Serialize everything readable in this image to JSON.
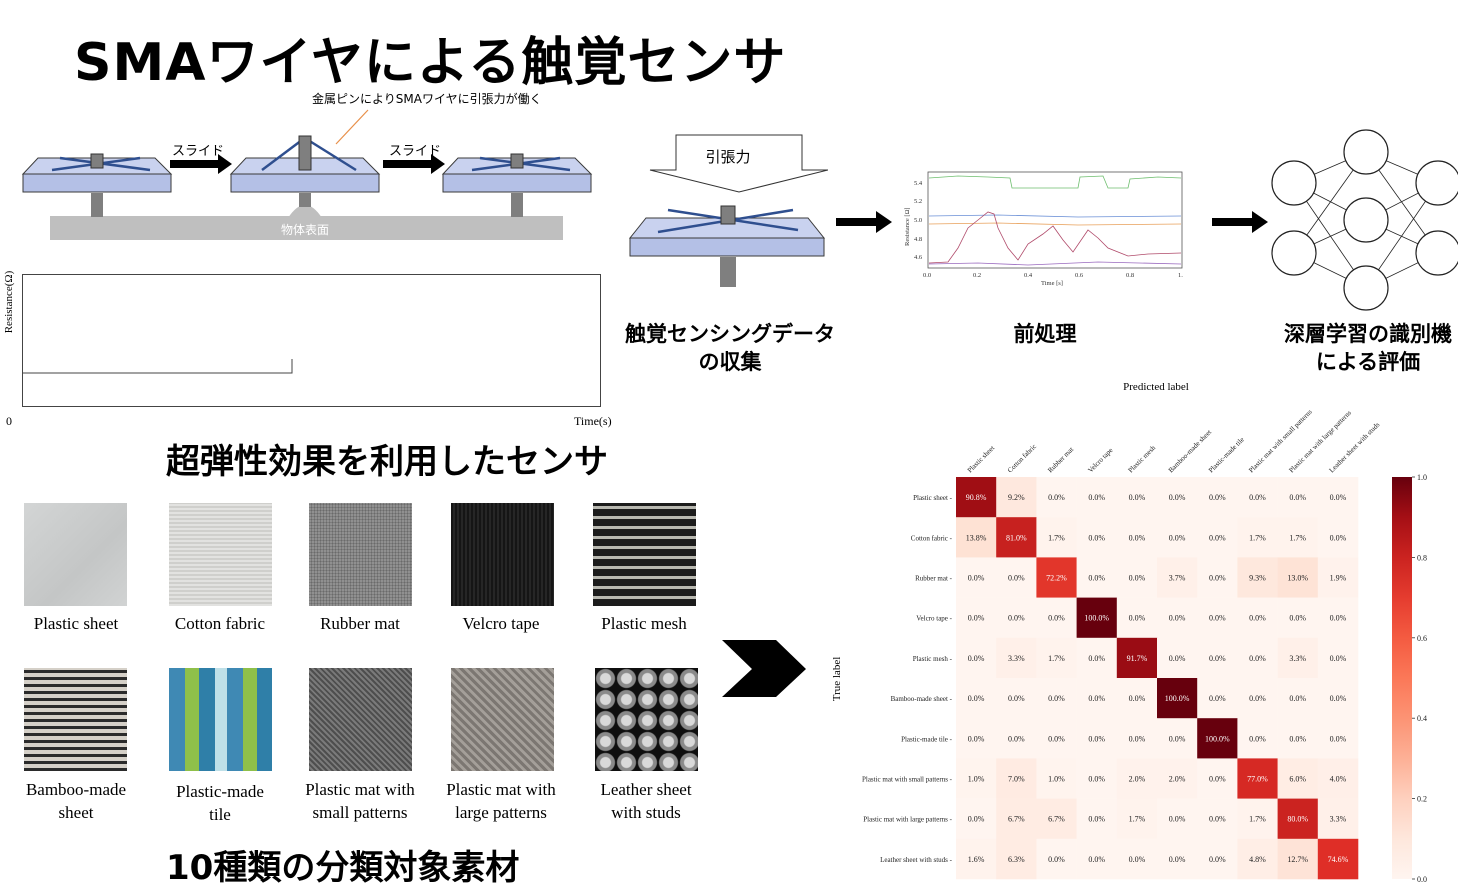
{
  "title": "SMAワイヤによる触覚センサ",
  "mechanism": {
    "pin_note": "金属ピンによりSMAワイヤに引張力が働く",
    "slide_left": "スライド",
    "slide_right": "スライド",
    "surface_label": "物体表面",
    "plot": {
      "ylabel": "Resistance(Ω)",
      "xlabel": "Time(s)",
      "origin": "0"
    },
    "caption": "超弾性効果を利用したセンサ"
  },
  "pipeline": {
    "tension_label": "引張力",
    "step1": "触覚センシングデータ\nの収集",
    "step2": "前処理",
    "step3": "深層学習の識別機\nによる評価",
    "signal_plot": {
      "ylabel": "Resistance [Ω]",
      "xlabel": "Time [s]",
      "yticks": [
        "5.4",
        "5.2",
        "5.0",
        "4.8",
        "4.6"
      ],
      "xticks": [
        "0.0",
        "0.2",
        "0.4",
        "0.6",
        "0.8",
        "1."
      ]
    }
  },
  "materials": {
    "caption": "10種類の分類対象素材",
    "items": [
      {
        "label": "Plastic sheet"
      },
      {
        "label": "Cotton fabric"
      },
      {
        "label": "Rubber mat"
      },
      {
        "label": "Velcro tape"
      },
      {
        "label": "Plastic mesh"
      },
      {
        "label": "Bamboo-made\nsheet"
      },
      {
        "label": "Plastic-made\ntile"
      },
      {
        "label": "Plastic mat with\nsmall patterns"
      },
      {
        "label": "Plastic mat with\nlarge patterns"
      },
      {
        "label": "Leather sheet\nwith studs"
      }
    ]
  },
  "chart_data": {
    "type": "heatmap",
    "xlabel": "Predicted label",
    "ylabel": "True label",
    "labels": [
      "Plastic sheet",
      "Cotton fabric",
      "Rubber mat",
      "Velcro tape",
      "Plastic mesh",
      "Bamboo-made sheet",
      "Plastic-made tile",
      "Plastic mat with small patterns",
      "Plastic mat with large patterns",
      "Leather sheet with studs"
    ],
    "values": [
      [
        90.8,
        9.2,
        0.0,
        0.0,
        0.0,
        0.0,
        0.0,
        0.0,
        0.0,
        0.0
      ],
      [
        13.8,
        81.0,
        1.7,
        0.0,
        0.0,
        0.0,
        0.0,
        1.7,
        1.7,
        0.0
      ],
      [
        0.0,
        0.0,
        72.2,
        0.0,
        0.0,
        3.7,
        0.0,
        9.3,
        13.0,
        1.9
      ],
      [
        0.0,
        0.0,
        0.0,
        100.0,
        0.0,
        0.0,
        0.0,
        0.0,
        0.0,
        0.0
      ],
      [
        0.0,
        3.3,
        1.7,
        0.0,
        91.7,
        0.0,
        0.0,
        0.0,
        3.3,
        0.0
      ],
      [
        0.0,
        0.0,
        0.0,
        0.0,
        0.0,
        100.0,
        0.0,
        0.0,
        0.0,
        0.0
      ],
      [
        0.0,
        0.0,
        0.0,
        0.0,
        0.0,
        0.0,
        100.0,
        0.0,
        0.0,
        0.0
      ],
      [
        1.0,
        7.0,
        1.0,
        0.0,
        2.0,
        2.0,
        0.0,
        77.0,
        6.0,
        4.0
      ],
      [
        0.0,
        6.7,
        6.7,
        0.0,
        1.7,
        0.0,
        0.0,
        1.7,
        80.0,
        3.3
      ],
      [
        1.6,
        6.3,
        0.0,
        0.0,
        0.0,
        0.0,
        0.0,
        4.8,
        12.7,
        74.6
      ]
    ],
    "colorbar_ticks": [
      "1.0",
      "0.8",
      "0.6",
      "0.4",
      "0.2",
      "0.0"
    ],
    "colormap": "Reds"
  }
}
